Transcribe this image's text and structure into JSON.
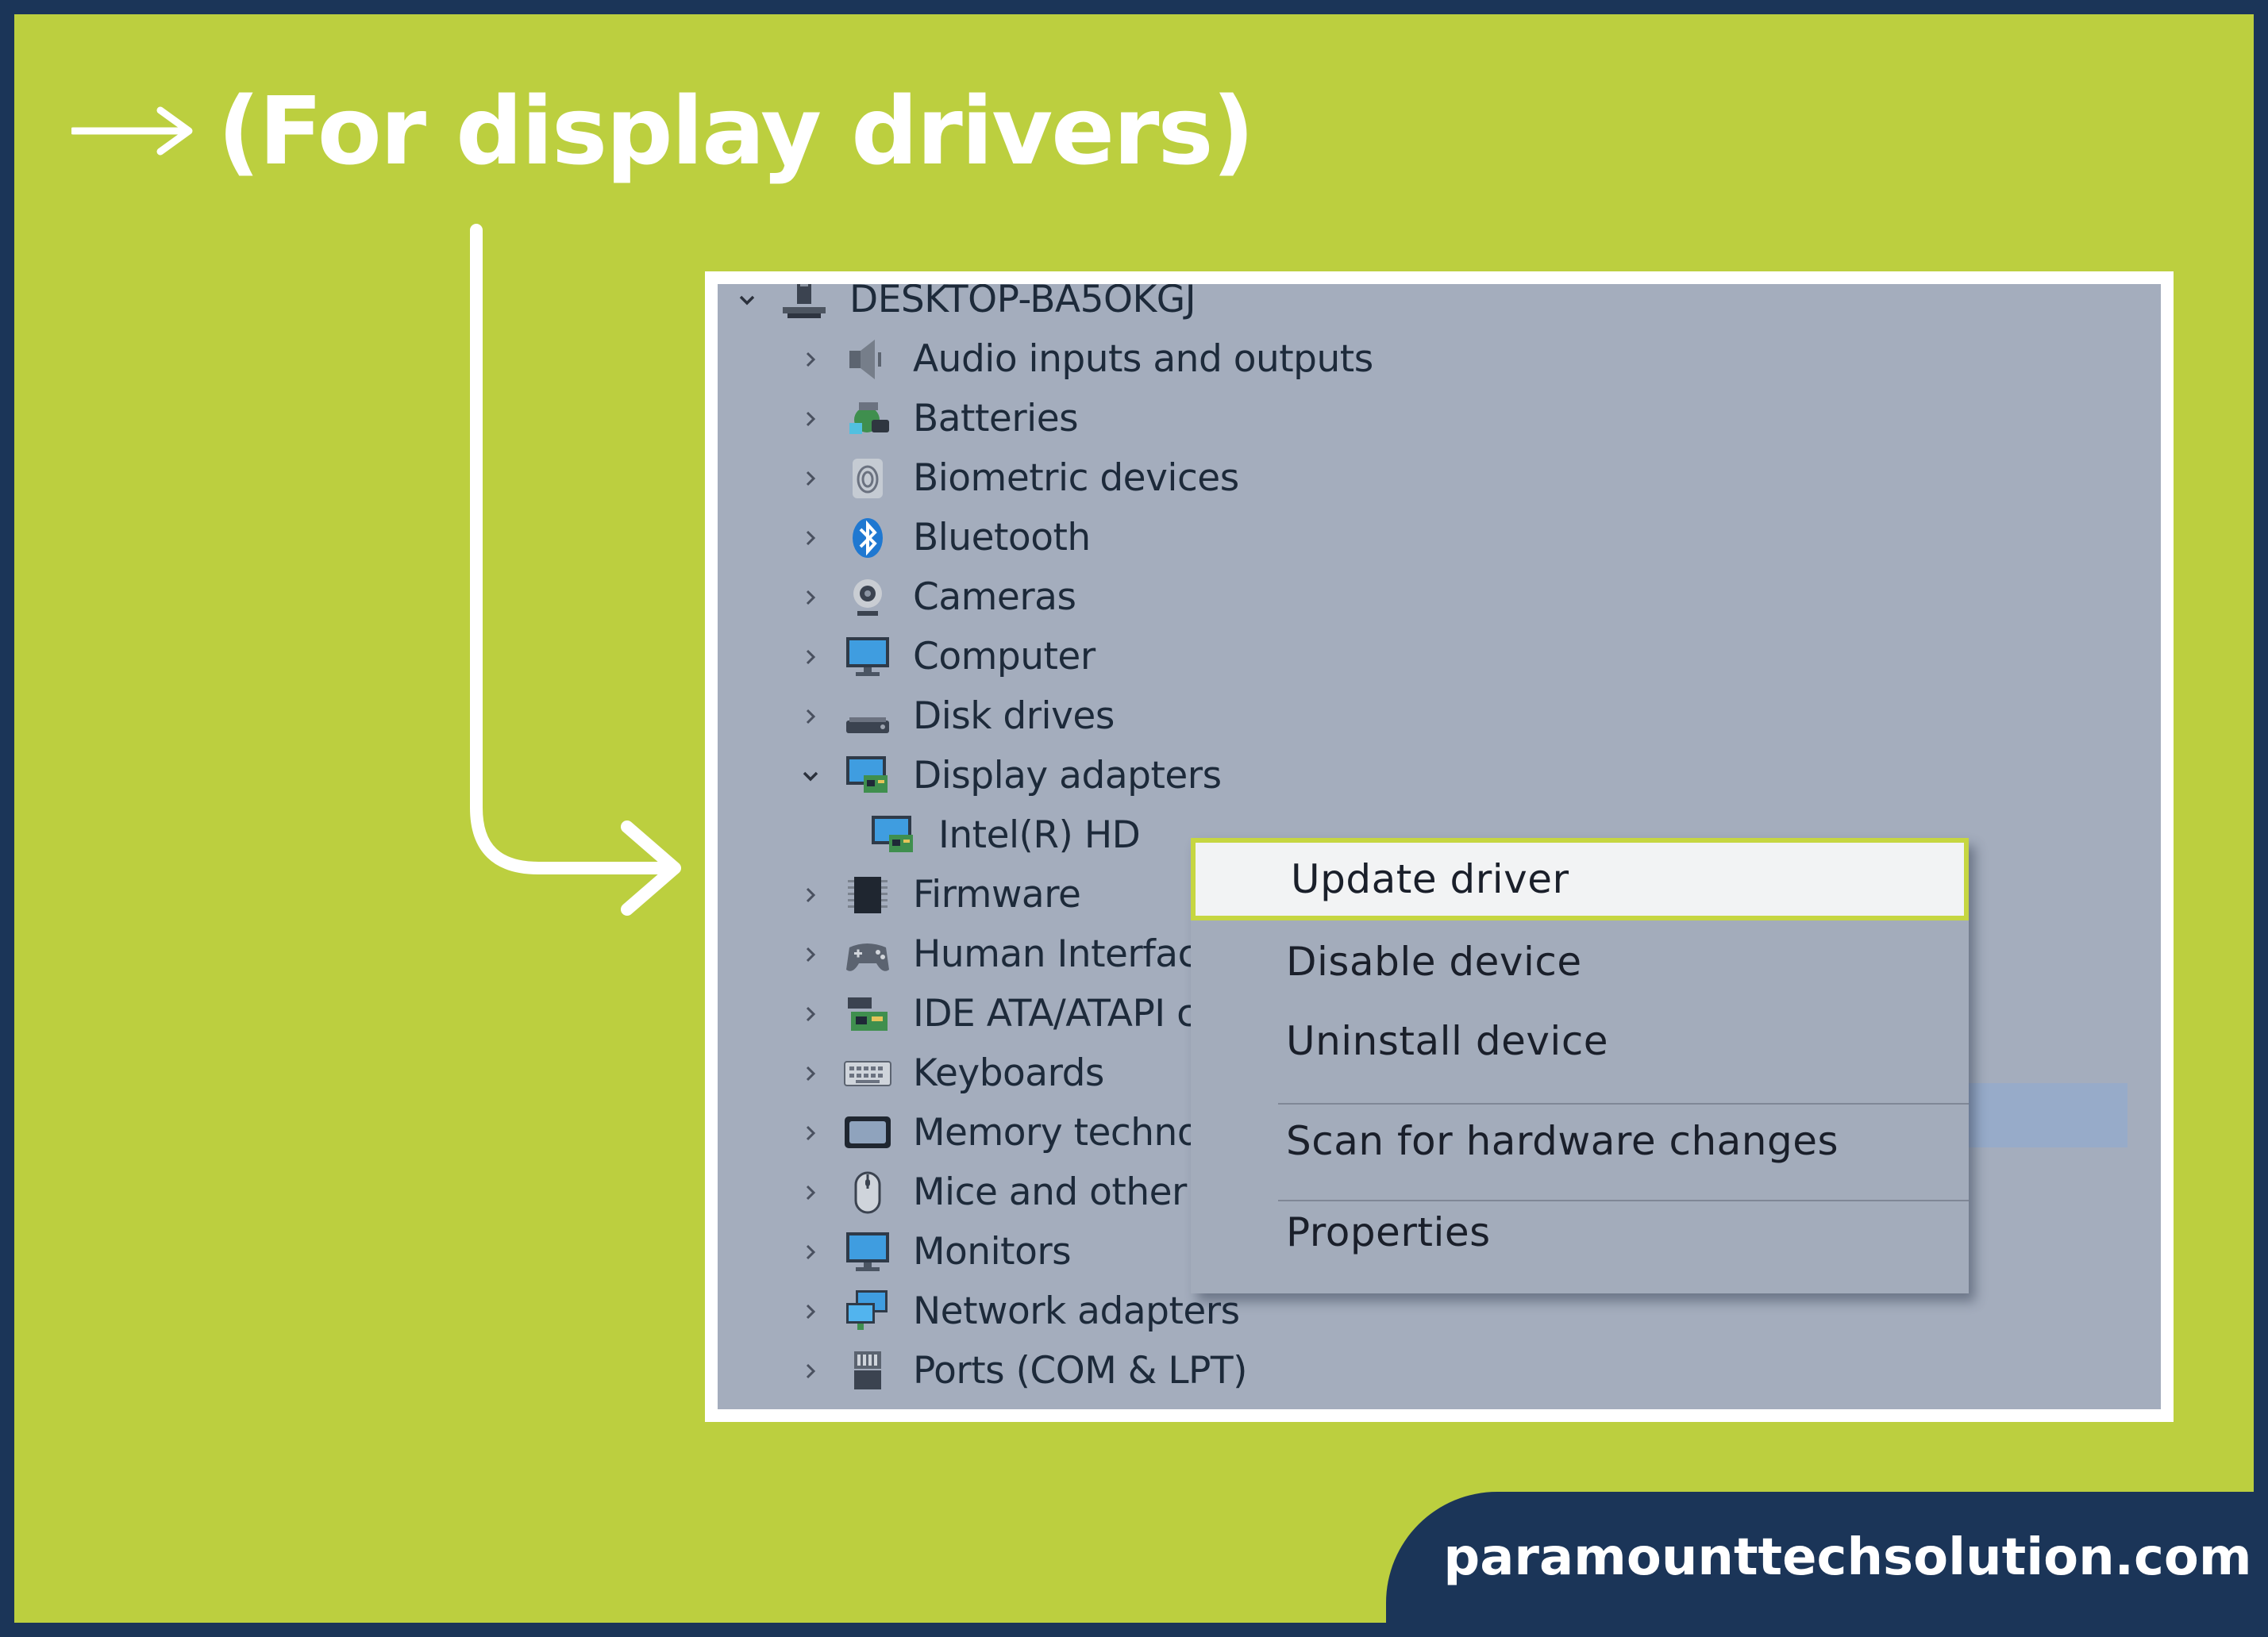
{
  "heading": {
    "text": "(For display drivers)"
  },
  "tree": {
    "root": {
      "label": "DESKTOP-BA5OKGJ",
      "icon": "computer-tower-icon"
    },
    "items": [
      {
        "label": "Audio inputs and outputs",
        "icon": "speaker-icon",
        "expanded": false
      },
      {
        "label": "Batteries",
        "icon": "battery-icon",
        "expanded": false
      },
      {
        "label": "Biometric devices",
        "icon": "fingerprint-icon",
        "expanded": false
      },
      {
        "label": "Bluetooth",
        "icon": "bluetooth-icon",
        "expanded": false
      },
      {
        "label": "Cameras",
        "icon": "camera-icon",
        "expanded": false
      },
      {
        "label": "Computer",
        "icon": "monitor-icon",
        "expanded": false
      },
      {
        "label": "Disk drives",
        "icon": "disk-drive-icon",
        "expanded": false
      },
      {
        "label": "Display adapters",
        "icon": "display-adapter-icon",
        "expanded": true
      },
      {
        "label": "Intel(R) HD",
        "icon": "display-adapter-icon",
        "child": true
      },
      {
        "label": "Firmware",
        "icon": "chip-icon",
        "expanded": false
      },
      {
        "label": "Human Interfac",
        "icon": "gamepad-icon",
        "expanded": false
      },
      {
        "label": "IDE ATA/ATAPI c",
        "icon": "ide-controller-icon",
        "expanded": false
      },
      {
        "label": "Keyboards",
        "icon": "keyboard-icon",
        "expanded": false
      },
      {
        "label": "Memory techno",
        "icon": "memory-icon",
        "expanded": false
      },
      {
        "label": "Mice and other",
        "icon": "mouse-icon",
        "expanded": false
      },
      {
        "label": "Monitors",
        "icon": "monitor-icon",
        "expanded": false
      },
      {
        "label": "Network adapters",
        "icon": "network-icon",
        "expanded": false
      },
      {
        "label": "Ports (COM & LPT)",
        "icon": "port-icon",
        "expanded": false
      }
    ]
  },
  "context_menu": {
    "items": [
      {
        "label": "Update driver",
        "active": true
      },
      {
        "label": "Disable device"
      },
      {
        "label": "Uninstall device"
      },
      {
        "label": "Scan for hardware changes"
      },
      {
        "label": "Properties"
      }
    ]
  },
  "brand": {
    "text": "paramounttechsolution.com"
  },
  "colors": {
    "background": "#bccf3f",
    "frame": "#1b3558",
    "window": "#a4adbd",
    "highlight_border": "#c6d641"
  }
}
